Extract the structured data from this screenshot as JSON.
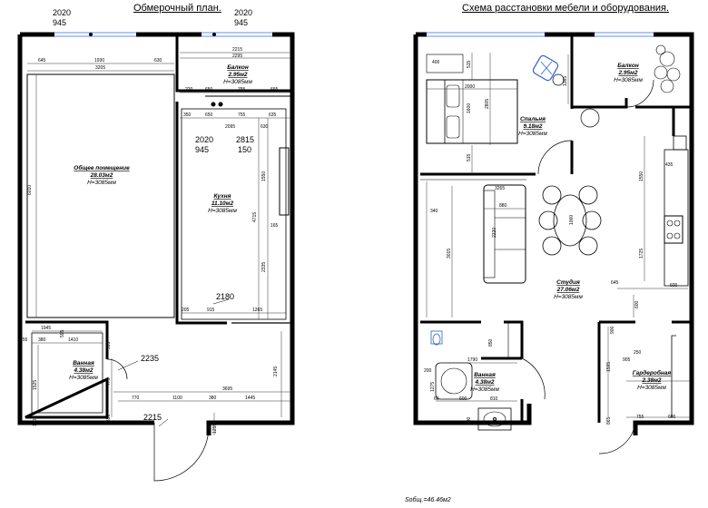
{
  "left_plan": {
    "title": "Обмерочный план.",
    "windows": [
      "2020",
      "945",
      "2020",
      "945",
      "2020",
      "945"
    ],
    "window_labels": [
      {
        "top": "2020",
        "bottom": "945"
      },
      {
        "top": "2020",
        "bottom": "945"
      },
      {
        "top": "2020",
        "bottom": "945"
      },
      {
        "top": "2815",
        "bottom": "150"
      }
    ],
    "door_labels": [
      "2180",
      "2235",
      "2215"
    ],
    "rooms": [
      {
        "name": "Общее помещение",
        "area": "28.03м2",
        "height": "H=3085мм"
      },
      {
        "name": "Балкон",
        "area": "2.95м2",
        "height": "H=3085мм"
      },
      {
        "name": "Кухня",
        "area": "11.10м2",
        "height": "H=3085мм"
      },
      {
        "name": "Ванная",
        "area": "4.38м2",
        "height": "H=3085мм"
      }
    ],
    "dims": [
      "645",
      "1930",
      "630",
      "3205",
      "2215",
      "2295",
      "220",
      "650",
      "755",
      "665",
      "350",
      "650",
      "755",
      "635",
      "2095",
      "630",
      "6010",
      "1550",
      "4715",
      "2335",
      "165",
      "205",
      "915",
      "1265",
      "1945",
      "155",
      "380",
      "1410",
      "595",
      "995",
      "1525",
      "775",
      "130",
      "690",
      "770",
      "1100",
      "380",
      "1445",
      "3695",
      "2145",
      "1255"
    ]
  },
  "right_plan": {
    "title": "Схема расстановки мебели и оборудования.",
    "rooms": [
      {
        "name": "Спальня",
        "area": "9.18м2",
        "height": "H=3085мм"
      },
      {
        "name": "Балкон",
        "area": "2.95м2",
        "height": "H=3085мм"
      },
      {
        "name": "Студия",
        "area": "27.06м2",
        "height": "H=3085мм"
      },
      {
        "name": "Ванная",
        "area": "4.38м2",
        "height": "H=3085мм"
      },
      {
        "name": "Гардеробная",
        "area": "2.38м2",
        "height": "H=3085мм"
      }
    ],
    "dims": [
      "400",
      "515",
      "2000",
      "1600",
      "2805",
      "515",
      "1365",
      "3265",
      "880",
      "340",
      "3015",
      "2220",
      "1000",
      "1550",
      "435",
      "1725",
      "645",
      "600",
      "600",
      "900",
      "1790",
      "850",
      "200",
      "1275",
      "600",
      "810",
      "600",
      "60",
      "1595",
      "250",
      "755",
      "600",
      "865",
      "905"
    ]
  },
  "total_area": "Sобщ.=46.46м2"
}
